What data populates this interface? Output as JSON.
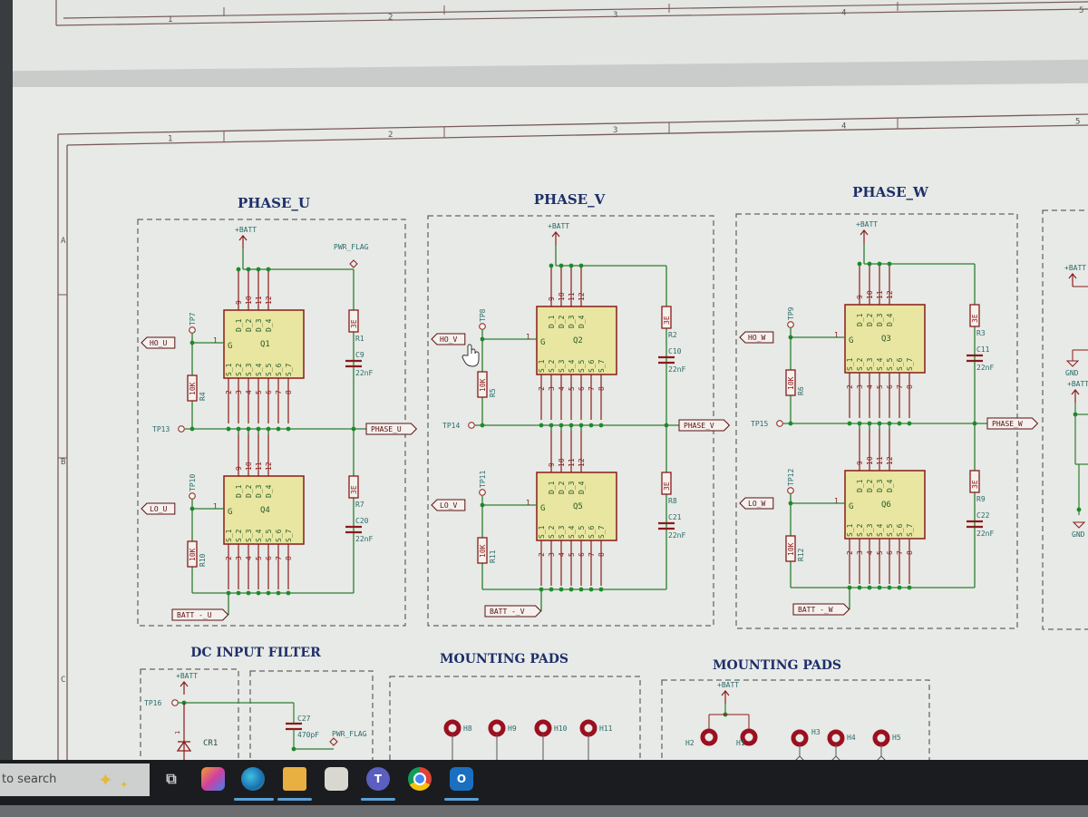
{
  "sheet": {
    "top_columns": [
      "1",
      "2",
      "3",
      "4",
      "5"
    ],
    "columns": [
      "1",
      "2",
      "3",
      "4",
      "5"
    ],
    "rows": [
      "A",
      "B",
      "C"
    ]
  },
  "colors": {
    "wire": "#2e7d32",
    "junction": "#1e8a2a",
    "component": "#8b1a1a",
    "ic_fill": "#e8e6a0",
    "ic_border": "#8b1a1a",
    "title": "#1f2f6a",
    "ref_text": "#2a6b6b",
    "pin_text": "#8b1a1a",
    "label_text": "#5a1010",
    "pad": "#9b1020",
    "frame": "#7a5a5a",
    "dash": "#444"
  },
  "phases": [
    {
      "title": "PHASE_U",
      "power": "+BATT",
      "pwr_flag": "PWR_FLAG",
      "hi": {
        "ref": "Q1",
        "tp": "TP7",
        "in": "HO_U",
        "res": "R4",
        "res_val": "10K",
        "snub_r": "R1",
        "snub_r_val": "3E",
        "snub_c": "C9",
        "snub_c_val": "22nF"
      },
      "mid": {
        "tp": "TP13",
        "out": "PHASE_U"
      },
      "lo": {
        "ref": "Q4",
        "tp": "TP10",
        "in": "LO_U",
        "res": "R10",
        "res_val": "10K",
        "snub_r": "R7",
        "snub_r_val": "3E",
        "snub_c": "C20",
        "snub_c_val": "22nF"
      },
      "gnd_label": "BATT -_U"
    },
    {
      "title": "PHASE_V",
      "power": "+BATT",
      "pwr_flag": "",
      "hi": {
        "ref": "Q2",
        "tp": "TP8",
        "in": "HO_V",
        "res": "R5",
        "res_val": "10K",
        "snub_r": "R2",
        "snub_r_val": "3E",
        "snub_c": "C10",
        "snub_c_val": "22nF"
      },
      "mid": {
        "tp": "TP14",
        "out": "PHASE_V"
      },
      "lo": {
        "ref": "Q5",
        "tp": "TP11",
        "in": "LO_V",
        "res": "R11",
        "res_val": "10K",
        "snub_r": "R8",
        "snub_r_val": "3E",
        "snub_c": "C21",
        "snub_c_val": "22nF"
      },
      "gnd_label": "BATT -_V"
    },
    {
      "title": "PHASE_W",
      "power": "+BATT",
      "pwr_flag": "",
      "hi": {
        "ref": "Q3",
        "tp": "TP9",
        "in": "HO_W",
        "res": "R6",
        "res_val": "10K",
        "snub_r": "R3",
        "snub_r_val": "3E",
        "snub_c": "C11",
        "snub_c_val": "22nF"
      },
      "mid": {
        "tp": "TP15",
        "out": "PHASE_W"
      },
      "lo": {
        "ref": "Q6",
        "tp": "TP12",
        "in": "LO_W",
        "res": "R12",
        "res_val": "10K",
        "snub_r": "R9",
        "snub_r_val": "3E",
        "snub_c": "C22",
        "snub_c_val": "22nF"
      },
      "gnd_label": "BATT -_W"
    }
  ],
  "mosfet_pins": {
    "gate_pin": "1",
    "gate_label": "G",
    "drain_pins": [
      "9",
      "10",
      "11",
      "12"
    ],
    "drain_labels": [
      "D_1",
      "D_2",
      "D_3",
      "D_4"
    ],
    "source_pins": [
      "2",
      "3",
      "4",
      "5",
      "6",
      "7",
      "8"
    ],
    "source_labels": [
      "S_1",
      "S_2",
      "S_3",
      "S_4",
      "S_5",
      "S_6",
      "S_7"
    ]
  },
  "right_partial": {
    "labels": [
      "+BATT",
      "GND",
      "+BATT",
      "GND"
    ]
  },
  "dc_filter": {
    "title": "DC INPUT FILTER",
    "power": "+BATT",
    "tp": "TP16",
    "diode": "CR1",
    "diode_pin": "1",
    "cap": "C27",
    "cap_val": "470pF",
    "pwr_flag": "PWR_FLAG"
  },
  "mounting_pads_1": {
    "title": "MOUNTING PADS",
    "pads": [
      "H8",
      "H9",
      "H10",
      "H11"
    ]
  },
  "mounting_pads_2": {
    "title": "MOUNTING PADS",
    "power": "+BATT",
    "pads_batt": [
      "H2",
      "H1"
    ],
    "pads_gnd": [
      "H3",
      "H4",
      "H5"
    ]
  },
  "taskbar": {
    "search_placeholder": "to search",
    "apps": [
      {
        "name": "task-view",
        "label": "⧉"
      },
      {
        "name": "copilot",
        "label": ""
      },
      {
        "name": "edge",
        "label": ""
      },
      {
        "name": "file-explorer",
        "label": ""
      },
      {
        "name": "microsoft-store",
        "label": ""
      },
      {
        "name": "teams",
        "label": "T"
      },
      {
        "name": "chrome",
        "label": ""
      },
      {
        "name": "outlook",
        "label": "O"
      }
    ]
  }
}
